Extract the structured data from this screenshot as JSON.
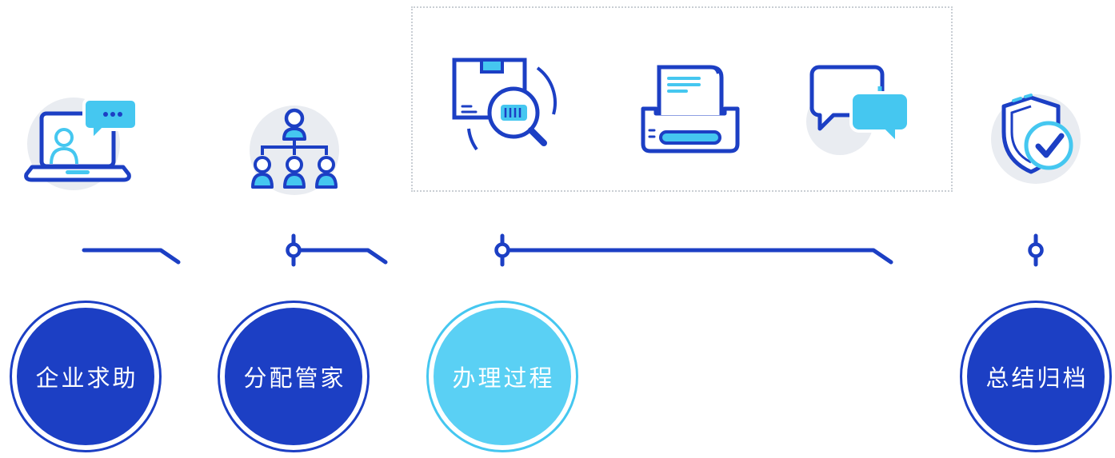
{
  "colors": {
    "primary_blue": "#1c3fc4",
    "accent_cyan": "#45c7f0",
    "light_circle_fill": "#5ad0f4",
    "icon_background_gray": "#e9ecf1",
    "dotted_border_gray": "#c9ced4",
    "label_text": "#ffffff"
  },
  "steps": [
    {
      "label": "企业求助",
      "icon": "laptop-video-chat-icon",
      "color": "#1c3fc4"
    },
    {
      "label": "分配管家",
      "icon": "org-chart-icon",
      "color": "#1c3fc4"
    },
    {
      "label": "办理过程",
      "icon": "process-icons-group",
      "color": "#5ad0f4"
    },
    {
      "label": "总结归档",
      "icon": "shield-check-icon",
      "color": "#1c3fc4"
    }
  ],
  "process_group_icons": [
    "package-scan-icon",
    "printer-document-icon",
    "chat-bubbles-icon"
  ]
}
